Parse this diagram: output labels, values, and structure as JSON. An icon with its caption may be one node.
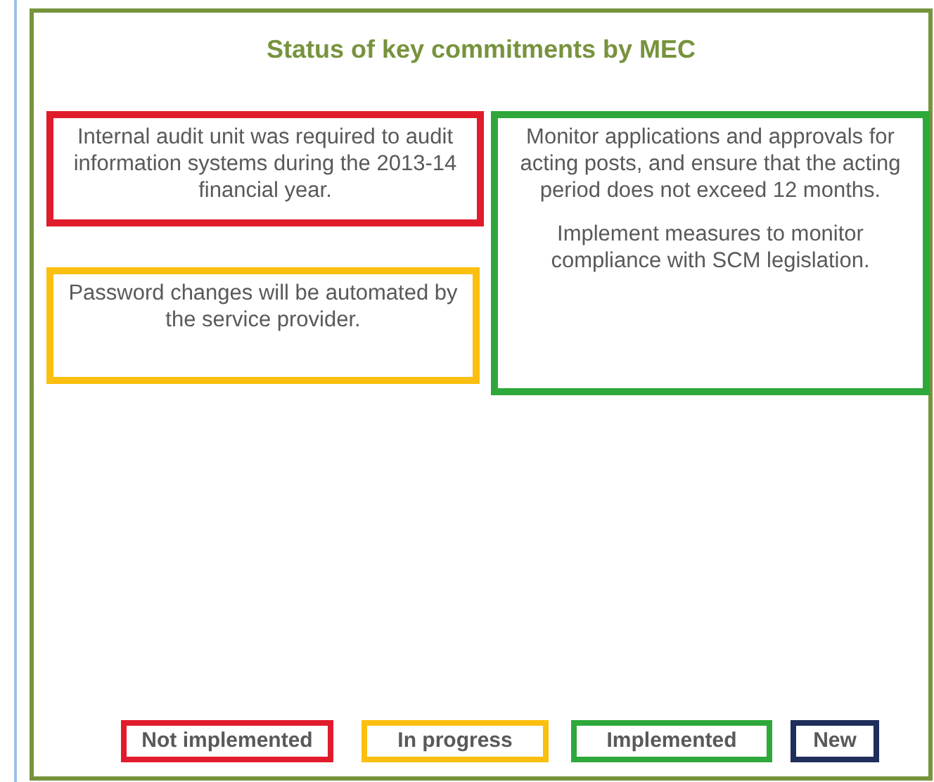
{
  "diagram": {
    "title": "Status of key commitments by MEC",
    "nodes": [
      {
        "text": [
          "Internal audit unit was required to audit information systems during the 2013-14 financial year."
        ]
      },
      {
        "text": [
          "Password changes will be automated by the service provider."
        ]
      },
      {
        "text": [
          "Monitor applications and approvals for acting posts, and ensure that the acting period does not exceed 12 months.",
          "Implement measures to monitor compliance with SCM legislation."
        ]
      }
    ],
    "legend": [
      {
        "text": "Not implemented",
        "color": "#e01b2c"
      },
      {
        "text": "In progress",
        "color": "#fbbf0f"
      },
      {
        "text": "Implemented",
        "color": "#2ea83a"
      },
      {
        "text": "New",
        "color": "#1f2e5a"
      }
    ]
  }
}
